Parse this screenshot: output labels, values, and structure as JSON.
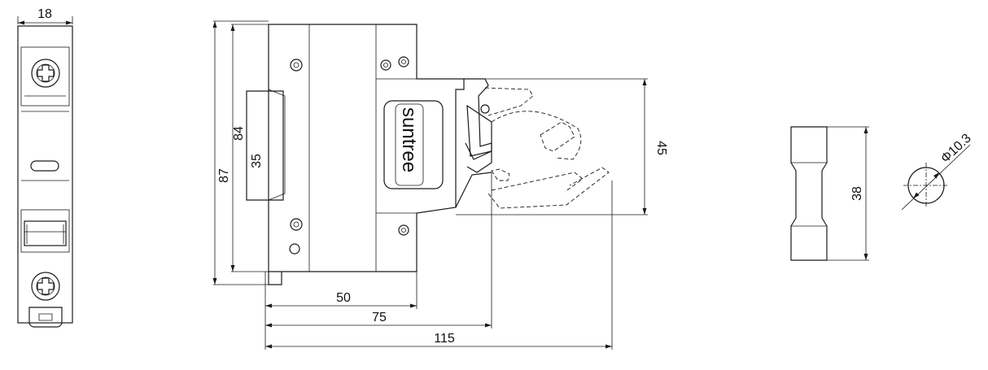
{
  "dimensions": {
    "width_18": "18",
    "height_84": "84",
    "height_87": "87",
    "rail_35": "35",
    "height_45": "45",
    "depth_50": "50",
    "depth_75": "75",
    "depth_115": "115",
    "fuse_38": "38",
    "diameter": "Φ10.3"
  },
  "brand": {
    "logo_text": "suntree"
  },
  "colors": {
    "line": "#1a1a1a",
    "background": "#ffffff"
  }
}
